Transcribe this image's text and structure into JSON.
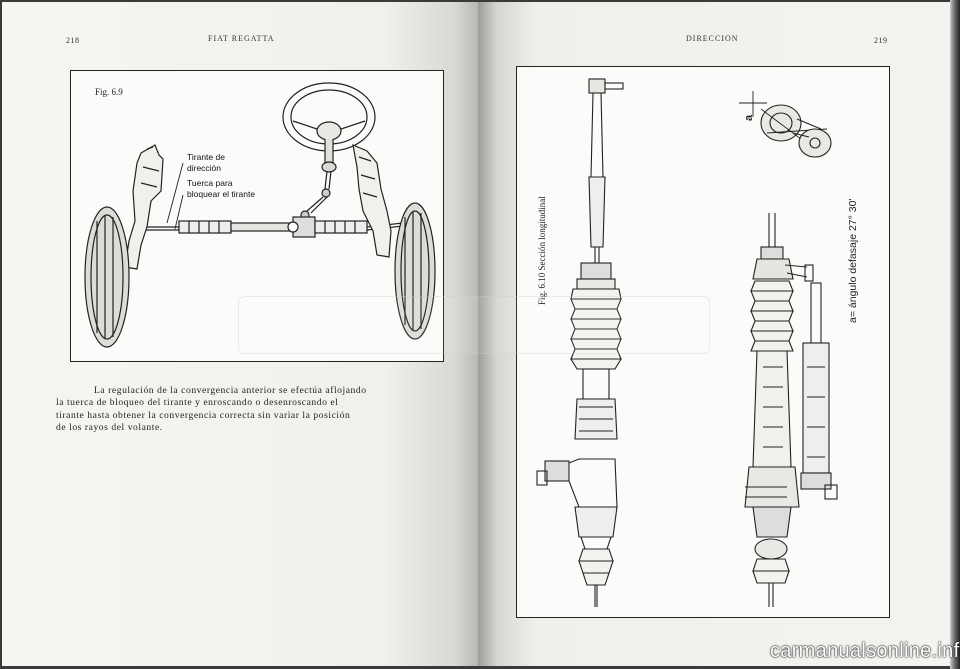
{
  "left_page": {
    "folio": "218",
    "running_head": "FIAT REGATTA",
    "figure": {
      "label": "Fig. 6.9",
      "callouts": {
        "tirante_line1": "Tirante de",
        "tirante_line2": "dirección",
        "tuerca_line1": "Tuerca para",
        "tuerca_line2": "bloquear el tirante"
      }
    },
    "paragraph_lines": [
      "La regulación de la convergencia anterior se efectúa aflojando",
      "la tuerca de bloqueo del tirante y enroscando o desenroscando el",
      "tirante hasta obtener la convergencia correcta sin variar la posición",
      "de los rayos del volante."
    ]
  },
  "right_page": {
    "folio": "219",
    "running_head": "DIRECCION",
    "figure": {
      "caption": "Fig. 6.10 Sección longitudinal",
      "angle_symbol": "a",
      "angle_note": "a= ángulo defasaje 27° 30'"
    }
  },
  "watermark": "carmanualsonline.info",
  "colors": {
    "paper": "#f4f3ef",
    "ink": "#222222",
    "gutter": "#3a3a3a"
  }
}
